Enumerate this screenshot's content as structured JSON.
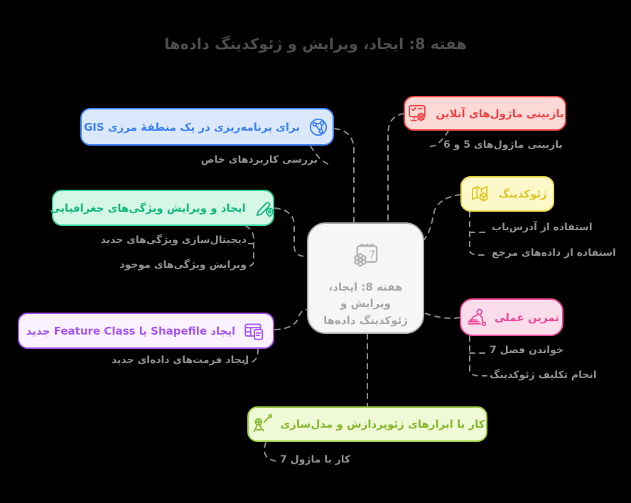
{
  "title": "هفته 8: ایجاد، ویرایش و ژئوکدینگ داده‌ها",
  "center": {
    "label": "هفته 8: ایجاد، ویرایش و ژئوکدینگ داده‌ها",
    "icon": "calendar-gear-icon",
    "calendar_number": "7",
    "colors": {
      "fill": "#f6f6f6",
      "border": "#a8a8a8",
      "text": "#a6a6a6"
    }
  },
  "branches": [
    {
      "id": "gis-border-region",
      "side": "left",
      "label": "برای برنامه‌ریزی در یک منطقهٔ مرزی GIS",
      "icon": "globe-network-icon",
      "colors": {
        "accent": "#3b82f6",
        "border": "#3b82f6",
        "fill": "#dbe7fb"
      },
      "children": [
        "بررسی کاربردهای خاص"
      ]
    },
    {
      "id": "review-online-modules",
      "side": "right",
      "label": "بازبینی ماژول‌های آنلاین",
      "icon": "monitor-checklist-gear-icon",
      "colors": {
        "accent": "#ef4444",
        "border": "#ef4444",
        "fill": "#fbd9d7"
      },
      "children": [
        "بازبینی ماژول‌های 5 و 6"
      ]
    },
    {
      "id": "create-edit-geo-features",
      "side": "left",
      "label": "ایجاد و ویرایش ویژگی‌های جغرافیایی",
      "icon": "pencil-location-pin-icon",
      "colors": {
        "accent": "#10b981",
        "border": "#34d399",
        "fill": "#d7f7e6"
      },
      "children": [
        "دیجیتال‌سازی ویژگی‌های جدید",
        "ویرایش ویژگی‌های موجود"
      ]
    },
    {
      "id": "geocoding",
      "side": "right",
      "label": "ژئوکدینگ",
      "icon": "map-cube-icon",
      "colors": {
        "accent": "#ddc628",
        "border": "#e9d949",
        "fill": "#fdf8c9"
      },
      "children": [
        "استفاده از آدرس‌یاب",
        "استفاده از داده‌های مرجع"
      ]
    },
    {
      "id": "new-shapefile-featureclass",
      "side": "left",
      "label": "ایجاد Shapefile یا Feature Class جدید",
      "icon": "table-document-icon",
      "colors": {
        "accent": "#a855f7",
        "border": "#a855f7",
        "fill": "#faf3ff"
      },
      "children": [
        "ایجاد فرمت‌های داده‌ای جدید"
      ]
    },
    {
      "id": "hands-on-practice",
      "side": "right",
      "label": "تمرین عملی",
      "icon": "person-reading-desk-icon",
      "colors": {
        "accent": "#ec4899",
        "border": "#ec4899",
        "fill": "#fbdcea"
      },
      "children": [
        "خواندن فصل 7",
        "انجام تکلیف ژئوکدینگ"
      ]
    },
    {
      "id": "geoprocessing-modeling-tools",
      "side": "bottom",
      "label": "کار با ابزارهای ژئوپردازش و مدل‌سازی",
      "icon": "drafting-compass-icon",
      "colors": {
        "accent": "#85b92e",
        "border": "#97cb40",
        "fill": "#f0f9d5"
      },
      "children": [
        "کار با ماژول 7"
      ]
    }
  ],
  "connector": {
    "color": "#8a8a8a",
    "style": "dashed"
  },
  "background": "#000000"
}
